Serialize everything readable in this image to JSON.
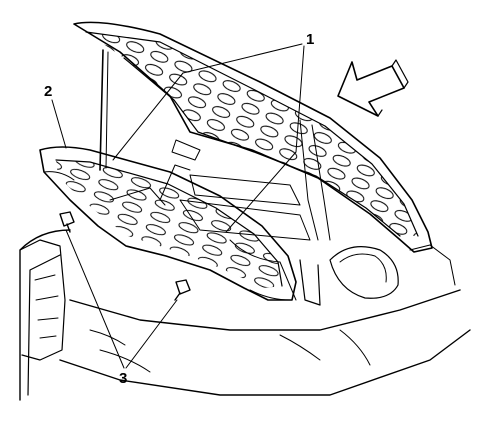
{
  "callouts": {
    "hood": "1",
    "insulator": "2",
    "retainers": "3"
  },
  "icons": {
    "direction": "arrow-left-icon"
  },
  "colors": {
    "line": "#000000",
    "background": "#ffffff"
  }
}
